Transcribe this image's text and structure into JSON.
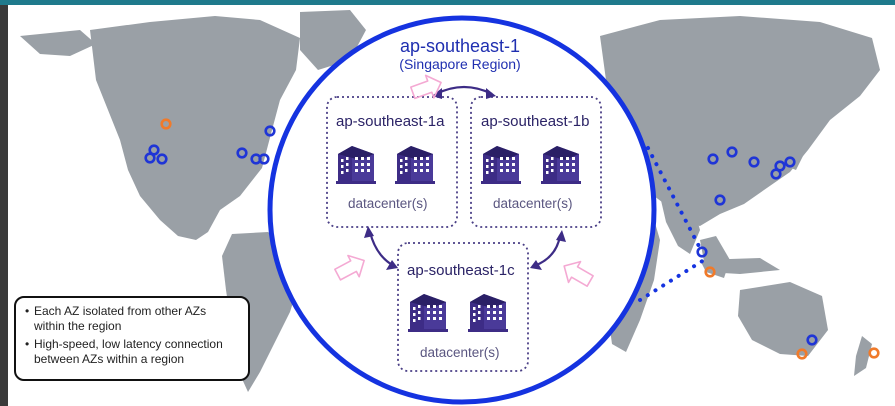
{
  "region": {
    "name": "ap-southeast-1",
    "subtitle": "(Singapore Region)"
  },
  "availability_zones": [
    {
      "name": "ap-southeast-1a",
      "datacenter_label": "datacenter(s)"
    },
    {
      "name": "ap-southeast-1b",
      "datacenter_label": "datacenter(s)"
    },
    {
      "name": "ap-southeast-1c",
      "datacenter_label": "datacenter(s)"
    }
  ],
  "notes": [
    "Each AZ isolated from other AZs within the region",
    "High-speed, low latency connection between AZs within a region"
  ],
  "colors": {
    "region_circle": "#1533e0",
    "az_border": "#4a3f86",
    "building": "#3d2c86",
    "map_land": "#9aa0a6",
    "region_marker": "#1f35d6",
    "new_region_marker": "#f07a2a",
    "arrow_hint": "#f4a9d3"
  },
  "icons": [
    "building-icon",
    "double-arrow-icon",
    "pointer-arrow-icon",
    "region-marker-icon"
  ]
}
